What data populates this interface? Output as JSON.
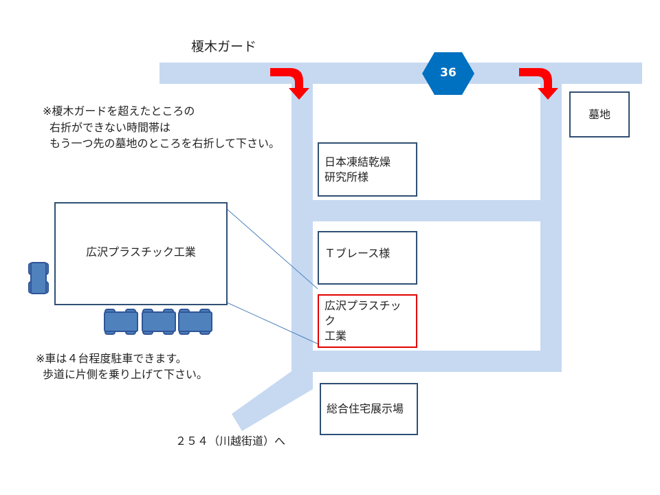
{
  "labels": {
    "guard": "榎木ガード",
    "route_number": "36",
    "note_turn": [
      "※榎木ガードを超えたところの",
      "右折ができない時間帯は",
      "もう一つ先の墓地のところを右折して下さい。"
    ],
    "note_parking": [
      "※車は４台程度駐車できます。",
      "歩道に片側を乗り上げて下さい。"
    ],
    "route_254": "２５４（川越街道）へ"
  },
  "buildings": {
    "nihon_touketsu": [
      "日本凍結乾燥",
      "研究所様"
    ],
    "t_brace": "Ｔブレース様",
    "hirosawa_small": [
      "広沢プラスチック",
      "工業"
    ],
    "sougou_jutaku": "総合住宅展示場",
    "bochi": "墓地",
    "hirosawa_large": "広沢プラスチック工業"
  },
  "colors": {
    "road": "#c6d9f1",
    "arrow": "#ff0000",
    "route_sign": "#0070c0",
    "box_border": "#2f4f74",
    "car": "#4f81bd",
    "highlight": "#e00000"
  }
}
